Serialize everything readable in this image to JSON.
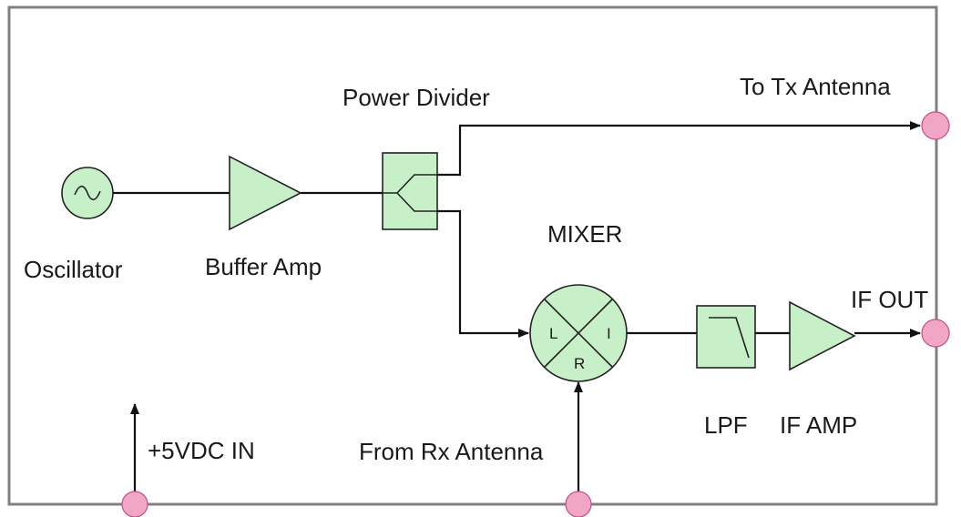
{
  "colors": {
    "block_fill": "#c8f0c8",
    "port_fill": "#f2a6c6",
    "frame": "#808080",
    "wire": "#111111"
  },
  "labels": {
    "oscillator": "Oscillator",
    "buffer_amp": "Buffer Amp",
    "power_divider": "Power Divider",
    "to_tx_antenna": "To Tx Antenna",
    "mixer": "MIXER",
    "if_out": "IF OUT",
    "lpf": "LPF",
    "if_amp": "IF AMP",
    "vdc_in": "+5VDC IN",
    "from_rx_antenna": "From Rx Antenna"
  },
  "mixer_ports": {
    "l": "L",
    "r": "R",
    "i": "I"
  },
  "icons": {
    "oscillator": "sine-wave-circle-icon",
    "amplifier": "triangle-amplifier-icon",
    "mixer": "crossed-circle-mixer-icon",
    "lpf": "lowpass-filter-icon",
    "port": "pink-dot-icon"
  }
}
